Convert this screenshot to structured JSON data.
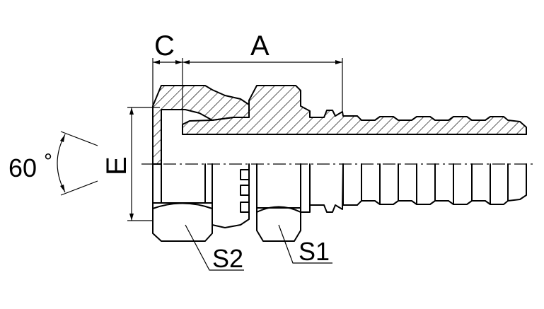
{
  "labels": {
    "dim_c": "C",
    "dim_a": "A",
    "dim_e": "E",
    "angle": "60",
    "degree": "°",
    "s1": "S1",
    "s2": "S2"
  }
}
